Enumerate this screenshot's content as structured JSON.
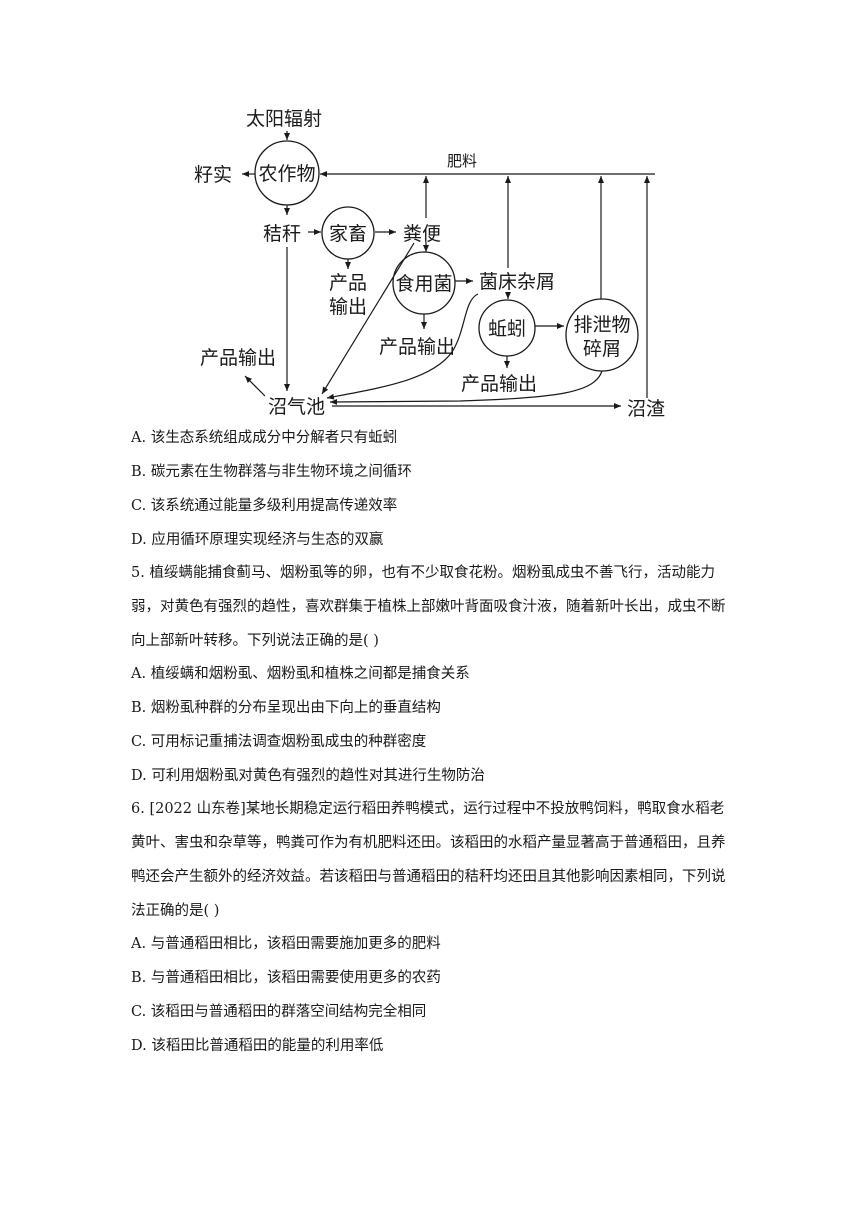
{
  "diagram": {
    "sun": "太阳辐射",
    "seeds": "籽实",
    "crops": "农作物",
    "fertilizer": "肥料",
    "straw": "秸秆",
    "livestock": "家畜",
    "manure": "粪便",
    "product_output_livestock_1": "产品",
    "product_output_livestock_2": "输出",
    "mushroom": "食用菌",
    "mushroom_residue": "菌床杂屑",
    "mushroom_output": "产品输出",
    "earthworm": "蚯蚓",
    "excreta_1": "排泄物",
    "excreta_2": "碎屑",
    "earthworm_output": "产品输出",
    "biogas_output": "产品输出",
    "biogas": "沼气池",
    "biogas_residue": "沼渣"
  },
  "q4_options": [
    "A.  该生态系统组成成分中分解者只有蚯蚓",
    "B.  碳元素在生物群落与非生物环境之间循环",
    "C.  该系统通过能量多级利用提高传递效率",
    "D.  应用循环原理实现经济与生态的双赢"
  ],
  "q5_stem": "5.  植绥螨能捕食蓟马、烟粉虱等的卵，也有不少取食花粉。烟粉虱成虫不善飞行，活动能力弱，对黄色有强烈的趋性，喜欢群集于植株上部嫩叶背面吸食汁液，随着新叶长出，成虫不断向上部新叶转移。下列说法正确的是(   )",
  "q5_options": [
    "A.  植绥螨和烟粉虱、烟粉虱和植株之间都是捕食关系",
    "B.  烟粉虱种群的分布呈现出由下向上的垂直结构",
    "C.  可用标记重捕法调查烟粉虱成虫的种群密度",
    "D.  可利用烟粉虱对黄色有强烈的趋性对其进行生物防治"
  ],
  "q6_stem": "6. [2022 山东卷]某地长期稳定运行稻田养鸭模式，运行过程中不投放鸭饲料，鸭取食水稻老黄叶、害虫和杂草等，鸭粪可作为有机肥料还田。该稻田的水稻产量显著高于普通稻田，且养鸭还会产生额外的经济效益。若该稻田与普通稻田的秸秆均还田且其他影响因素相同，下列说法正确的是(   )",
  "q6_options": [
    "A.  与普通稻田相比，该稻田需要施加更多的肥料",
    "B.  与普通稻田相比，该稻田需要使用更多的农药",
    "C.  该稻田与普通稻田的群落空间结构完全相同",
    "D.  该稻田比普通稻田的能量的利用率低"
  ]
}
